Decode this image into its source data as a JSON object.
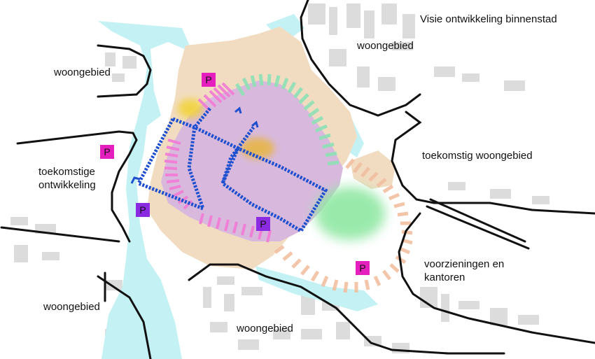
{
  "title": "Visie ontwikkeling binnenstad",
  "labels": {
    "woongebied_top": "woongebied",
    "woongebied_left": "woongebied",
    "toekomstige_l1": "toekomstige",
    "toekomstige_l2": "ontwikkeling",
    "toekomstig_woongebied": "toekomstig woongebied",
    "voorzieningen_l1": "voorzieningen en",
    "voorzieningen_l2": "kantoren",
    "woongebied_bottom_left": "woongebied",
    "woongebied_bottom": "woongebied"
  },
  "parking": {
    "label": "P",
    "colors": {
      "magenta": "#e51fbd",
      "purple": "#8a2be2"
    }
  },
  "colors": {
    "water": "#c4f2f4",
    "core": "#d8b9dd",
    "sand": "#f1dcc1",
    "route": "#1d4fcf",
    "magenta_stripes": "#f27ad6",
    "green_stripes": "#8ee1b6",
    "orange_stripes": "#f2bfa0",
    "green_blob": "#8fe7a3",
    "yellow_blob": "#f2d33c",
    "buildings": "#dcdcdc",
    "roads": "#111111"
  },
  "icons": [
    "parking-icon",
    "road-line",
    "canal",
    "walking-route"
  ]
}
